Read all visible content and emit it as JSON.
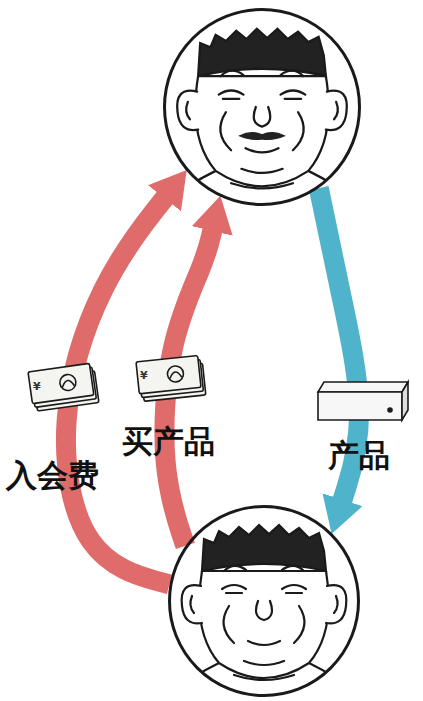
{
  "diagram": {
    "nodes": [
      {
        "text": []
      },
      {
        "text": []
      }
    ],
    "edges": [
      {
        "from": 1,
        "to": 0,
        "arrow": "to",
        "label": "入会费"
      },
      {
        "from": 1,
        "to": 0,
        "arrow": "to",
        "label": "买产品"
      },
      {
        "from": 0,
        "to": 1,
        "arrow": "to",
        "label": "产品"
      }
    ],
    "labels": [
      "¥",
      "¥"
    ]
  }
}
